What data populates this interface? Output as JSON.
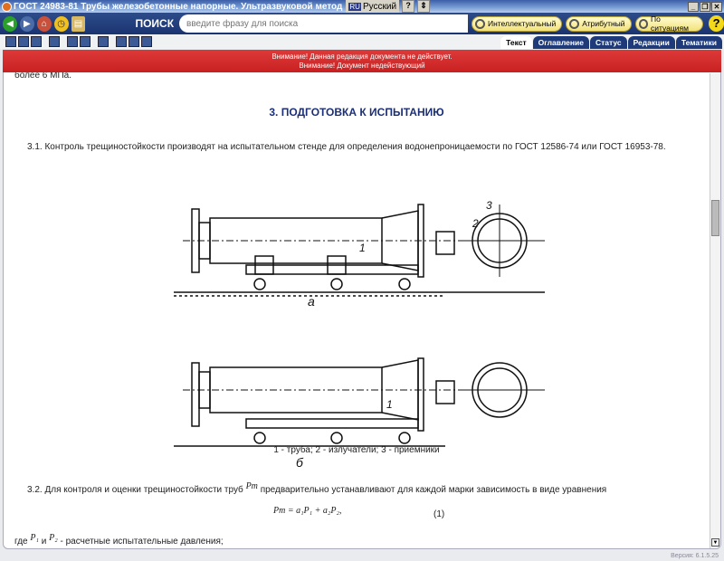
{
  "window": {
    "title": "ГОСТ 24983-81 Трубы железобетонные напорные. Ультразвуковой метод",
    "language": "Русский",
    "lang_code": "RU"
  },
  "nav": {
    "search_label": "ПОИСК",
    "search_placeholder": "введите фразу для поиска",
    "buttons": [
      "Интеллектуальный",
      "Атрибутный",
      "По ситуациям"
    ],
    "help": "?"
  },
  "tabs": [
    "Текст",
    "Оглавление",
    "Статус",
    "Редакции",
    "Тематики"
  ],
  "warning": [
    "Внимание! Данная редакция документа не действует.",
    "Внимание!  Документ недействующий"
  ],
  "doc": {
    "prev_text": "более 6 МПа.",
    "heading": "3. ПОДГОТОВКА К ИСПЫТАНИЮ",
    "p31": "3.1. Контроль трещиностойкости производят на испытательном стенде для определения водонепроницаемости по ГОСТ 12586-74 или ГОСТ 16953-78.",
    "caption": "1 - труба; 2 - излучатели; 3 - приемники",
    "fig_a": "а",
    "fig_b": "б",
    "lbl1": "1",
    "lbl2": "2",
    "lbl3": "3",
    "p32_a": "3.2. Для контроля и оценки трещиностойкости труб",
    "p32_sym": "Pт",
    "p32_b": "предварительно устанавливают для каждой марки зависимость в виде уравнения",
    "formula": "Pт = a₁P₁ + a₂P₂,",
    "formula_no": "(1)",
    "where_a": "где",
    "where_p1": "P₁",
    "where_and": "и",
    "where_p2": "P₂",
    "where_b": "- расчетные испытательные давления;"
  },
  "version": "Версия: 6.1.5.25"
}
